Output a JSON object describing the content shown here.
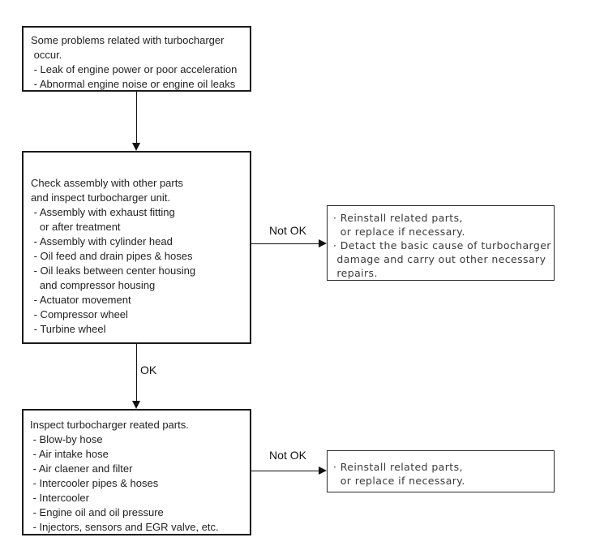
{
  "flowchart": {
    "nodes": {
      "problem": {
        "lines": [
          "Some problems related with turbocharger",
          " occur.",
          " - Leak of engine power or poor acceleration",
          " - Abnormal engine noise or engine oil leaks"
        ]
      },
      "check": {
        "lines": [
          "Check assembly with other parts",
          "and inspect turbocharger unit.",
          " - Assembly with exhaust fitting",
          "   or after treatment",
          " - Assembly with cylinder head",
          " - Oil feed and drain pipes & hoses",
          " - Oil leaks between center housing",
          "   and compressor housing",
          " - Actuator movement",
          " - Compressor wheel",
          " - Turbine wheel"
        ]
      },
      "inspect": {
        "lines": [
          "Inspect turbocharger reated parts.",
          " - Blow-by hose",
          " - Air intake hose",
          " - Air claener and filter",
          " - Intercooler pipes & hoses",
          " - Intercooler",
          " - Engine oil and oil pressure",
          " - Injectors, sensors and EGR valve, etc."
        ]
      },
      "action_major": {
        "lines": [
          "· Reinstall related parts,",
          "  or replace if necessary.",
          "· Detact the basic cause of turbocharger",
          " damage and carry out other necessary",
          " repairs."
        ]
      },
      "action_minor": {
        "lines": [
          "· Reinstall related parts,",
          "  or replace if necessary."
        ]
      }
    },
    "edge_labels": {
      "ok": "OK",
      "not_ok_upper": "Not OK",
      "not_ok_lower": "Not OK"
    }
  },
  "colors": {
    "background": "#ffffff",
    "box_border": "#1a1a1a",
    "node_text": "#1f1f1f",
    "action_text": "#3a3a3a",
    "arrow": "#111111"
  }
}
